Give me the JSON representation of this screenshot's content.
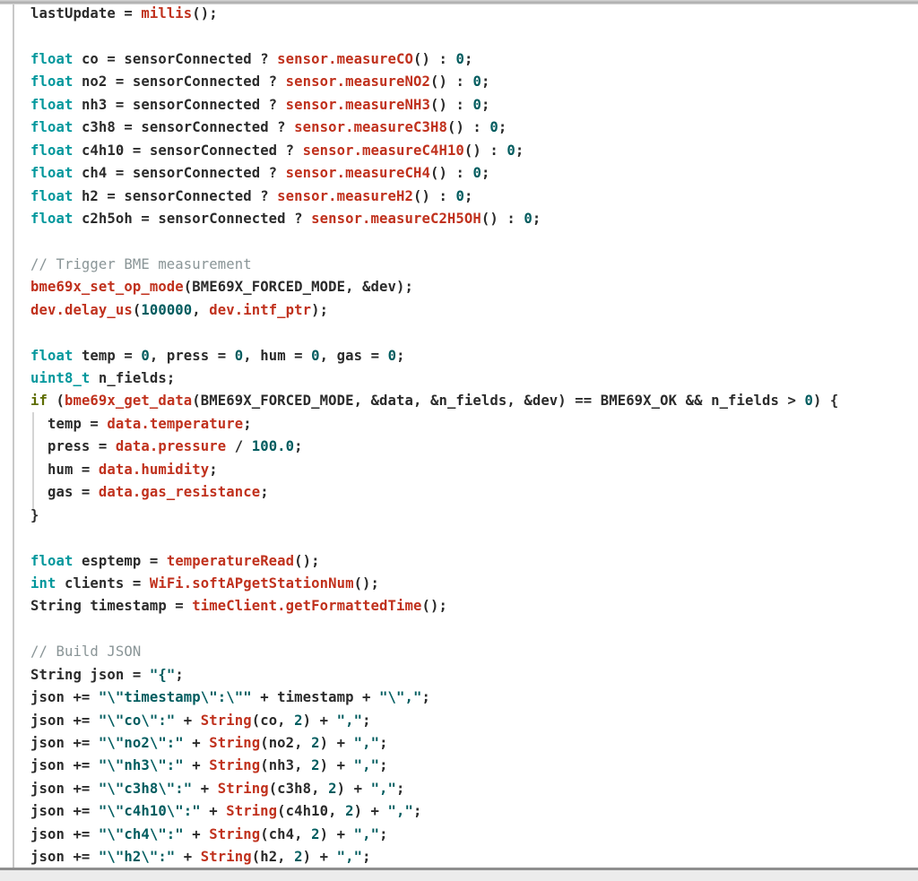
{
  "editor": {
    "theme": {
      "keyword": "#00979c",
      "control": "#5e6d03",
      "function": "#c0311d",
      "number": "#005c5f",
      "string": "#005c5f",
      "comment": "#8a9597",
      "plain": "#2b2b2b",
      "background": "#ffffff"
    },
    "lines": [
      [
        {
          "t": "pl",
          "v": "lastUpdate = "
        },
        {
          "t": "fn",
          "v": "millis"
        },
        {
          "t": "pl",
          "v": "();"
        }
      ],
      [],
      [
        {
          "t": "kw",
          "v": "float"
        },
        {
          "t": "pl",
          "v": " co = sensorConnected ? "
        },
        {
          "t": "fn",
          "v": "sensor.measureCO"
        },
        {
          "t": "pl",
          "v": "() : "
        },
        {
          "t": "num",
          "v": "0"
        },
        {
          "t": "pl",
          "v": ";"
        }
      ],
      [
        {
          "t": "kw",
          "v": "float"
        },
        {
          "t": "pl",
          "v": " no2 = sensorConnected ? "
        },
        {
          "t": "fn",
          "v": "sensor.measureNO2"
        },
        {
          "t": "pl",
          "v": "() : "
        },
        {
          "t": "num",
          "v": "0"
        },
        {
          "t": "pl",
          "v": ";"
        }
      ],
      [
        {
          "t": "kw",
          "v": "float"
        },
        {
          "t": "pl",
          "v": " nh3 = sensorConnected ? "
        },
        {
          "t": "fn",
          "v": "sensor.measureNH3"
        },
        {
          "t": "pl",
          "v": "() : "
        },
        {
          "t": "num",
          "v": "0"
        },
        {
          "t": "pl",
          "v": ";"
        }
      ],
      [
        {
          "t": "kw",
          "v": "float"
        },
        {
          "t": "pl",
          "v": " c3h8 = sensorConnected ? "
        },
        {
          "t": "fn",
          "v": "sensor.measureC3H8"
        },
        {
          "t": "pl",
          "v": "() : "
        },
        {
          "t": "num",
          "v": "0"
        },
        {
          "t": "pl",
          "v": ";"
        }
      ],
      [
        {
          "t": "kw",
          "v": "float"
        },
        {
          "t": "pl",
          "v": " c4h10 = sensorConnected ? "
        },
        {
          "t": "fn",
          "v": "sensor.measureC4H10"
        },
        {
          "t": "pl",
          "v": "() : "
        },
        {
          "t": "num",
          "v": "0"
        },
        {
          "t": "pl",
          "v": ";"
        }
      ],
      [
        {
          "t": "kw",
          "v": "float"
        },
        {
          "t": "pl",
          "v": " ch4 = sensorConnected ? "
        },
        {
          "t": "fn",
          "v": "sensor.measureCH4"
        },
        {
          "t": "pl",
          "v": "() : "
        },
        {
          "t": "num",
          "v": "0"
        },
        {
          "t": "pl",
          "v": ";"
        }
      ],
      [
        {
          "t": "kw",
          "v": "float"
        },
        {
          "t": "pl",
          "v": " h2 = sensorConnected ? "
        },
        {
          "t": "fn",
          "v": "sensor.measureH2"
        },
        {
          "t": "pl",
          "v": "() : "
        },
        {
          "t": "num",
          "v": "0"
        },
        {
          "t": "pl",
          "v": ";"
        }
      ],
      [
        {
          "t": "kw",
          "v": "float"
        },
        {
          "t": "pl",
          "v": " c2h5oh = sensorConnected ? "
        },
        {
          "t": "fn",
          "v": "sensor.measureC2H5OH"
        },
        {
          "t": "pl",
          "v": "() : "
        },
        {
          "t": "num",
          "v": "0"
        },
        {
          "t": "pl",
          "v": ";"
        }
      ],
      [],
      [
        {
          "t": "cmt",
          "v": "// Trigger BME measurement"
        }
      ],
      [
        {
          "t": "fn",
          "v": "bme69x_set_op_mode"
        },
        {
          "t": "pl",
          "v": "(BME69X_FORCED_MODE, &dev);"
        }
      ],
      [
        {
          "t": "fn",
          "v": "dev.delay_us"
        },
        {
          "t": "pl",
          "v": "("
        },
        {
          "t": "num",
          "v": "100000"
        },
        {
          "t": "pl",
          "v": ", "
        },
        {
          "t": "fn",
          "v": "dev.intf_ptr"
        },
        {
          "t": "pl",
          "v": ");"
        }
      ],
      [],
      [
        {
          "t": "kw",
          "v": "float"
        },
        {
          "t": "pl",
          "v": " temp = "
        },
        {
          "t": "num",
          "v": "0"
        },
        {
          "t": "pl",
          "v": ", press = "
        },
        {
          "t": "num",
          "v": "0"
        },
        {
          "t": "pl",
          "v": ", hum = "
        },
        {
          "t": "num",
          "v": "0"
        },
        {
          "t": "pl",
          "v": ", gas = "
        },
        {
          "t": "num",
          "v": "0"
        },
        {
          "t": "pl",
          "v": ";"
        }
      ],
      [
        {
          "t": "kw",
          "v": "uint8_t"
        },
        {
          "t": "pl",
          "v": " n_fields;"
        }
      ],
      [
        {
          "t": "ctl",
          "v": "if"
        },
        {
          "t": "pl",
          "v": " ("
        },
        {
          "t": "fn",
          "v": "bme69x_get_data"
        },
        {
          "t": "pl",
          "v": "(BME69X_FORCED_MODE, &data, &n_fields, &dev) == BME69X_OK && n_fields > "
        },
        {
          "t": "num",
          "v": "0"
        },
        {
          "t": "pl",
          "v": ") {"
        }
      ],
      [
        {
          "t": "pl",
          "v": "  temp = "
        },
        {
          "t": "fn",
          "v": "data.temperature"
        },
        {
          "t": "pl",
          "v": ";"
        }
      ],
      [
        {
          "t": "pl",
          "v": "  press = "
        },
        {
          "t": "fn",
          "v": "data.pressure"
        },
        {
          "t": "pl",
          "v": " / "
        },
        {
          "t": "num",
          "v": "100.0"
        },
        {
          "t": "pl",
          "v": ";"
        }
      ],
      [
        {
          "t": "pl",
          "v": "  hum = "
        },
        {
          "t": "fn",
          "v": "data.humidity"
        },
        {
          "t": "pl",
          "v": ";"
        }
      ],
      [
        {
          "t": "pl",
          "v": "  gas = "
        },
        {
          "t": "fn",
          "v": "data.gas_resistance"
        },
        {
          "t": "pl",
          "v": ";"
        }
      ],
      [
        {
          "t": "pl",
          "v": "}"
        }
      ],
      [],
      [
        {
          "t": "kw",
          "v": "float"
        },
        {
          "t": "pl",
          "v": " esptemp = "
        },
        {
          "t": "fn",
          "v": "temperatureRead"
        },
        {
          "t": "pl",
          "v": "();"
        }
      ],
      [
        {
          "t": "kw",
          "v": "int"
        },
        {
          "t": "pl",
          "v": " clients = "
        },
        {
          "t": "fn",
          "v": "WiFi.softAPgetStationNum"
        },
        {
          "t": "pl",
          "v": "();"
        }
      ],
      [
        {
          "t": "pl",
          "v": "String timestamp = "
        },
        {
          "t": "fn",
          "v": "timeClient.getFormattedTime"
        },
        {
          "t": "pl",
          "v": "();"
        }
      ],
      [],
      [
        {
          "t": "cmt",
          "v": "// Build JSON"
        }
      ],
      [
        {
          "t": "pl",
          "v": "String json = "
        },
        {
          "t": "str",
          "v": "\"{\""
        },
        {
          "t": "pl",
          "v": ";"
        }
      ],
      [
        {
          "t": "pl",
          "v": "json += "
        },
        {
          "t": "str",
          "v": "\"\\\"timestamp\\\":\\\"\""
        },
        {
          "t": "pl",
          "v": " + timestamp + "
        },
        {
          "t": "str",
          "v": "\"\\\",\""
        },
        {
          "t": "pl",
          "v": ";"
        }
      ],
      [
        {
          "t": "pl",
          "v": "json += "
        },
        {
          "t": "str",
          "v": "\"\\\"co\\\":\""
        },
        {
          "t": "pl",
          "v": " + "
        },
        {
          "t": "fn",
          "v": "String"
        },
        {
          "t": "pl",
          "v": "(co, "
        },
        {
          "t": "num",
          "v": "2"
        },
        {
          "t": "pl",
          "v": ") + "
        },
        {
          "t": "str",
          "v": "\",\""
        },
        {
          "t": "pl",
          "v": ";"
        }
      ],
      [
        {
          "t": "pl",
          "v": "json += "
        },
        {
          "t": "str",
          "v": "\"\\\"no2\\\":\""
        },
        {
          "t": "pl",
          "v": " + "
        },
        {
          "t": "fn",
          "v": "String"
        },
        {
          "t": "pl",
          "v": "(no2, "
        },
        {
          "t": "num",
          "v": "2"
        },
        {
          "t": "pl",
          "v": ") + "
        },
        {
          "t": "str",
          "v": "\",\""
        },
        {
          "t": "pl",
          "v": ";"
        }
      ],
      [
        {
          "t": "pl",
          "v": "json += "
        },
        {
          "t": "str",
          "v": "\"\\\"nh3\\\":\""
        },
        {
          "t": "pl",
          "v": " + "
        },
        {
          "t": "fn",
          "v": "String"
        },
        {
          "t": "pl",
          "v": "(nh3, "
        },
        {
          "t": "num",
          "v": "2"
        },
        {
          "t": "pl",
          "v": ") + "
        },
        {
          "t": "str",
          "v": "\",\""
        },
        {
          "t": "pl",
          "v": ";"
        }
      ],
      [
        {
          "t": "pl",
          "v": "json += "
        },
        {
          "t": "str",
          "v": "\"\\\"c3h8\\\":\""
        },
        {
          "t": "pl",
          "v": " + "
        },
        {
          "t": "fn",
          "v": "String"
        },
        {
          "t": "pl",
          "v": "(c3h8, "
        },
        {
          "t": "num",
          "v": "2"
        },
        {
          "t": "pl",
          "v": ") + "
        },
        {
          "t": "str",
          "v": "\",\""
        },
        {
          "t": "pl",
          "v": ";"
        }
      ],
      [
        {
          "t": "pl",
          "v": "json += "
        },
        {
          "t": "str",
          "v": "\"\\\"c4h10\\\":\""
        },
        {
          "t": "pl",
          "v": " + "
        },
        {
          "t": "fn",
          "v": "String"
        },
        {
          "t": "pl",
          "v": "(c4h10, "
        },
        {
          "t": "num",
          "v": "2"
        },
        {
          "t": "pl",
          "v": ") + "
        },
        {
          "t": "str",
          "v": "\",\""
        },
        {
          "t": "pl",
          "v": ";"
        }
      ],
      [
        {
          "t": "pl",
          "v": "json += "
        },
        {
          "t": "str",
          "v": "\"\\\"ch4\\\":\""
        },
        {
          "t": "pl",
          "v": " + "
        },
        {
          "t": "fn",
          "v": "String"
        },
        {
          "t": "pl",
          "v": "(ch4, "
        },
        {
          "t": "num",
          "v": "2"
        },
        {
          "t": "pl",
          "v": ") + "
        },
        {
          "t": "str",
          "v": "\",\""
        },
        {
          "t": "pl",
          "v": ";"
        }
      ],
      [
        {
          "t": "pl",
          "v": "json += "
        },
        {
          "t": "str",
          "v": "\"\\\"h2\\\":\""
        },
        {
          "t": "pl",
          "v": " + "
        },
        {
          "t": "fn",
          "v": "String"
        },
        {
          "t": "pl",
          "v": "(h2, "
        },
        {
          "t": "num",
          "v": "2"
        },
        {
          "t": "pl",
          "v": ") + "
        },
        {
          "t": "str",
          "v": "\",\""
        },
        {
          "t": "pl",
          "v": ";"
        }
      ]
    ]
  }
}
